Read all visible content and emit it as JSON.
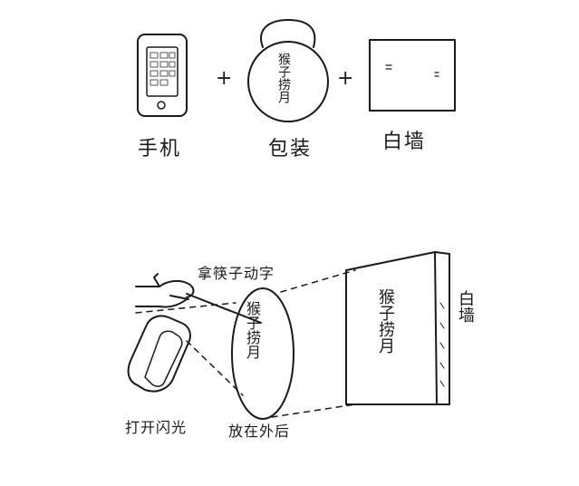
{
  "top_row": {
    "phone_label": "手机",
    "package_label": "包装",
    "package_text": "猴子捞月",
    "wall_label": "白墙",
    "plus_sign": "+"
  },
  "bottom": {
    "chopstick_label": "拿筷子动字",
    "flash_label": "打开闪光",
    "behind_label": "放在外后",
    "package_text": "猴子捞月",
    "projection_text": "猴子捞月",
    "wall_label": "白墙"
  }
}
